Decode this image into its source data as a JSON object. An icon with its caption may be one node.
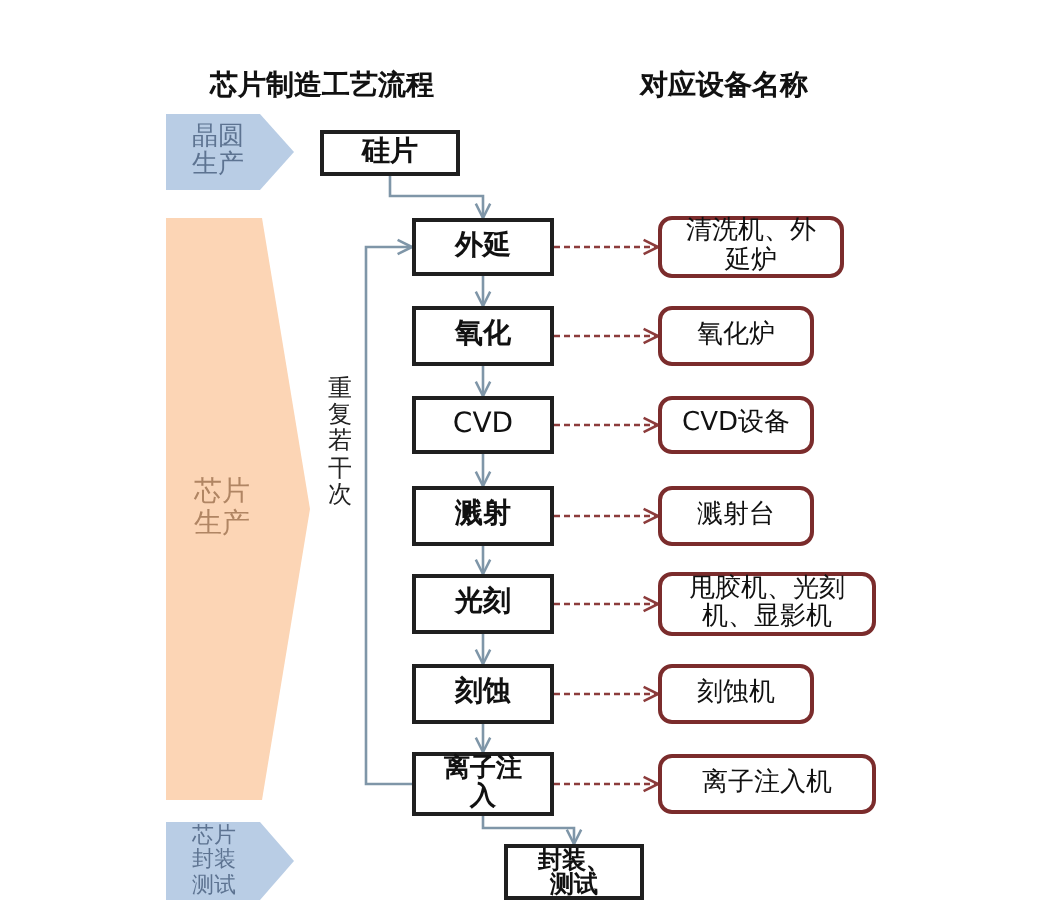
{
  "diagram": {
    "nodes": [
      {
        "text": [
          "晶圆生产"
        ]
      },
      {
        "text": [
          "硅片"
        ]
      },
      {
        "text": [
          "芯片生产"
        ]
      },
      {
        "text": [
          "外延"
        ]
      },
      {
        "text": [
          "清洗机、外延炉"
        ]
      },
      {
        "text": [
          "氧化"
        ]
      },
      {
        "text": [
          "氧化炉"
        ]
      },
      {
        "text": [
          "CVD"
        ]
      },
      {
        "text": [
          "CVD设备"
        ]
      },
      {
        "text": [
          "溅射"
        ]
      },
      {
        "text": [
          "溅射台"
        ]
      },
      {
        "text": [
          "光刻"
        ]
      },
      {
        "text": [
          "甩胶机、光刻机、显影机"
        ]
      },
      {
        "text": [
          "刻蚀"
        ]
      },
      {
        "text": [
          "刻蚀机"
        ]
      },
      {
        "text": [
          "离子注入"
        ]
      },
      {
        "text": [
          "离子注入机"
        ]
      },
      {
        "text": [
          "芯片封装测试"
        ]
      },
      {
        "text": [
          "封装、测试"
        ]
      }
    ],
    "edges": [
      {
        "from": 1,
        "to": 3,
        "arrow": "to"
      },
      {
        "from": 3,
        "to": 5,
        "arrow": "to"
      },
      {
        "from": 5,
        "to": 7,
        "arrow": "to"
      },
      {
        "from": 7,
        "to": 9,
        "arrow": "to"
      },
      {
        "from": 9,
        "to": 11,
        "arrow": "to"
      },
      {
        "from": 11,
        "to": 13,
        "arrow": "to"
      },
      {
        "from": 13,
        "to": 15,
        "arrow": "to"
      },
      {
        "from": 15,
        "to": 18,
        "arrow": "to"
      },
      {
        "from": 15,
        "to": 3,
        "arrow": "to",
        "label": "重复若干次"
      },
      {
        "from": 3,
        "to": 4,
        "arrow": "to",
        "style": "dashed",
        "color": "#8c3c3c"
      },
      {
        "from": 5,
        "to": 6,
        "arrow": "to",
        "style": "dashed",
        "color": "#8c3c3c"
      },
      {
        "from": 7,
        "to": 8,
        "arrow": "to",
        "style": "dashed",
        "color": "#8c3c3c"
      },
      {
        "from": 9,
        "to": 10,
        "arrow": "to",
        "style": "dashed",
        "color": "#8c3c3c"
      },
      {
        "from": 11,
        "to": 12,
        "arrow": "to",
        "style": "dashed",
        "color": "#8c3c3c"
      },
      {
        "from": 13,
        "to": 14,
        "arrow": "to",
        "style": "dashed",
        "color": "#8c3c3c"
      },
      {
        "from": 15,
        "to": 16,
        "arrow": "to",
        "style": "dashed",
        "color": "#8c3c3c"
      }
    ],
    "labels": [
      "芯片制造工艺流程",
      "对应设备名称"
    ]
  }
}
